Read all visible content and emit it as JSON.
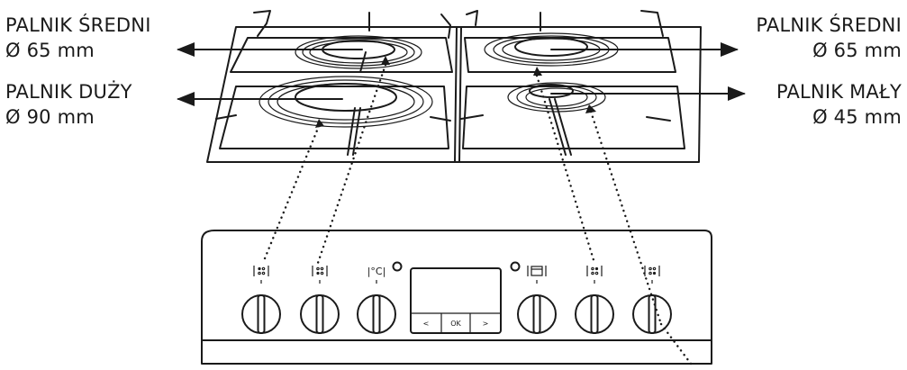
{
  "labels": {
    "top_left": {
      "name": "PALNIK ŚREDNI",
      "size": "Ø 65 mm"
    },
    "bottom_left": {
      "name": "PALNIK DUŻY",
      "size": "Ø 90 mm"
    },
    "top_right": {
      "name": "PALNIK ŚREDNI",
      "size": "Ø 65 mm"
    },
    "bottom_right": {
      "name": "PALNIK MAŁY",
      "size": "Ø 45 mm"
    }
  },
  "display": {
    "buttons": [
      "<",
      "OK",
      ">"
    ]
  },
  "knob_symbols": [
    "|°C|"
  ],
  "colors": {
    "line": "#1a1a1a",
    "background": "#ffffff"
  }
}
